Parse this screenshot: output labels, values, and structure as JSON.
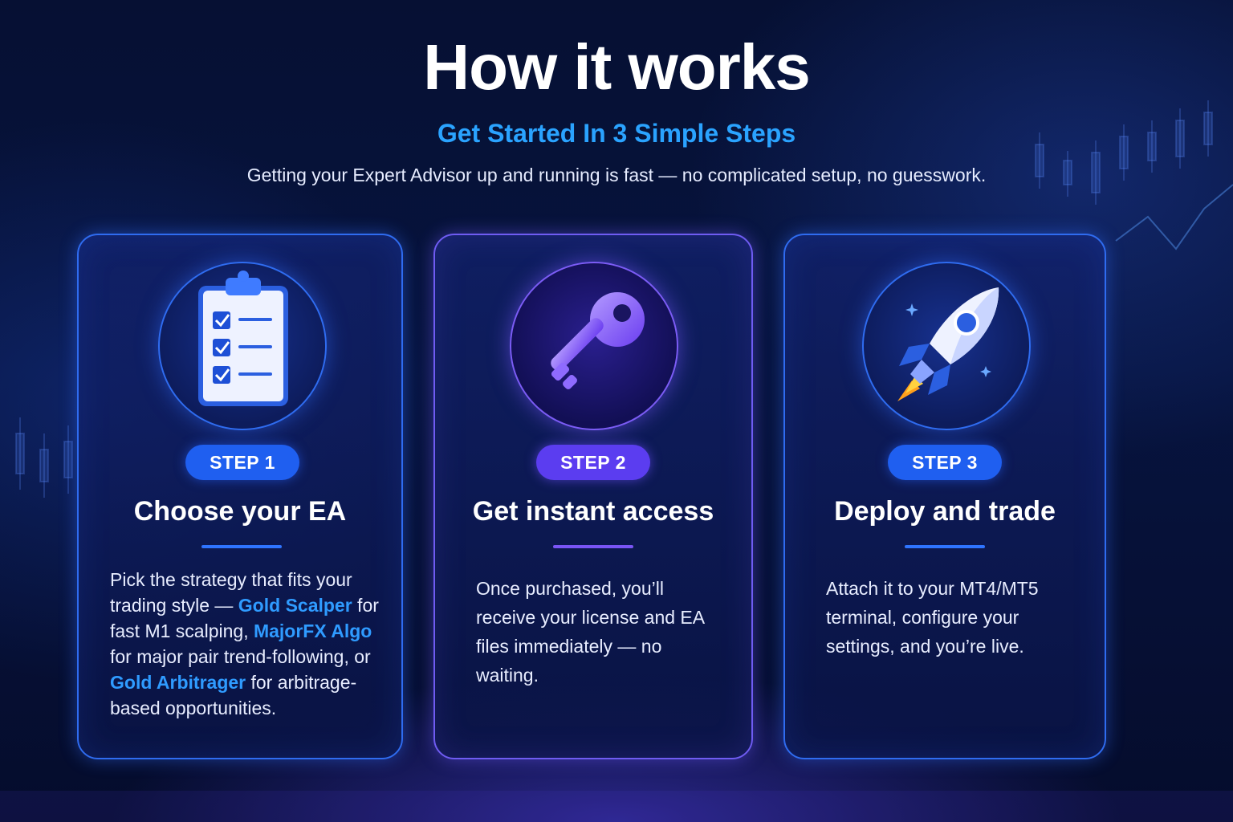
{
  "header": {
    "title": "How it works",
    "subtitle": "Get Started In 3 Simple Steps",
    "description": "Getting your Expert Advisor up and running is fast — no complicated setup, no guesswork."
  },
  "steps": [
    {
      "badge": "STEP 1",
      "title": "Choose your EA",
      "icon": "clipboard-checklist-icon",
      "body": {
        "t1": "Pick the strategy that fits your trading style — ",
        "h1": "Gold Scalper",
        "t2": " for fast M1 scalping, ",
        "h2": "MajorFX Algo",
        "t3": " for major pair trend-following, or ",
        "h3": "Gold Arbitrager",
        "t4": " for arbitrage-based opportunities."
      }
    },
    {
      "badge": "STEP 2",
      "title": "Get instant access",
      "icon": "key-icon",
      "body_text": "Once purchased, you’ll receive your license and EA files immediately — no waiting."
    },
    {
      "badge": "STEP 3",
      "title": "Deploy and trade",
      "icon": "rocket-icon",
      "body_text": "Attach it to your MT4/MT5 terminal, configure your settings, and you’re live."
    }
  ],
  "colors": {
    "accent_blue": "#2f9bff",
    "badge_blue": "#1f5ff0",
    "badge_purple": "#5b3df0",
    "background": "#07143f"
  }
}
